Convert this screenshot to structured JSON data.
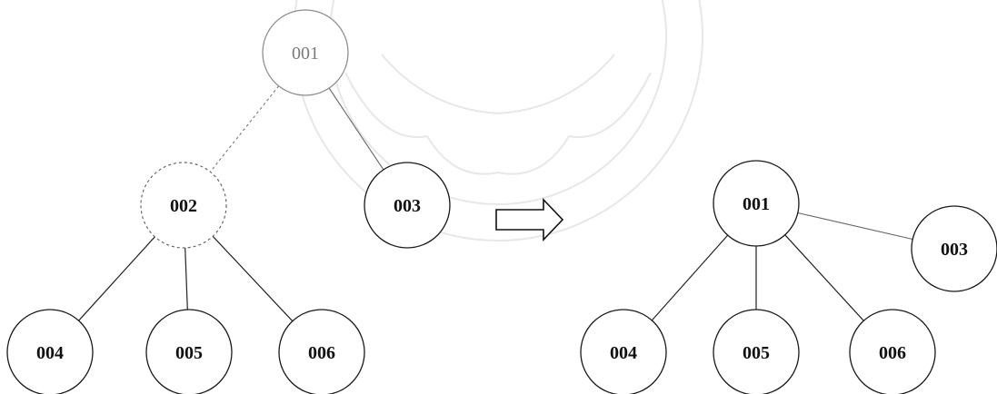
{
  "left_tree": {
    "nodes": [
      {
        "id": "001",
        "label": "001",
        "style": "faded"
      },
      {
        "id": "002",
        "label": "002",
        "style": "dashed"
      },
      {
        "id": "003",
        "label": "003",
        "style": "solid"
      },
      {
        "id": "004",
        "label": "004",
        "style": "solid"
      },
      {
        "id": "005",
        "label": "005",
        "style": "solid"
      },
      {
        "id": "006",
        "label": "006",
        "style": "solid"
      }
    ],
    "edges": [
      {
        "from": "001",
        "to": "002",
        "style": "dashed"
      },
      {
        "from": "001",
        "to": "003",
        "style": "faded"
      },
      {
        "from": "002",
        "to": "004",
        "style": "solid"
      },
      {
        "from": "002",
        "to": "005",
        "style": "solid"
      },
      {
        "from": "002",
        "to": "006",
        "style": "solid"
      }
    ]
  },
  "right_tree": {
    "nodes": [
      {
        "id": "001",
        "label": "001",
        "style": "solid"
      },
      {
        "id": "003",
        "label": "003",
        "style": "solid"
      },
      {
        "id": "004",
        "label": "004",
        "style": "solid"
      },
      {
        "id": "005",
        "label": "005",
        "style": "solid"
      },
      {
        "id": "006",
        "label": "006",
        "style": "solid"
      }
    ],
    "edges": [
      {
        "from": "001",
        "to": "003",
        "style": "faded"
      },
      {
        "from": "001",
        "to": "004",
        "style": "solid"
      },
      {
        "from": "001",
        "to": "005",
        "style": "solid"
      },
      {
        "from": "001",
        "to": "006",
        "style": "solid"
      }
    ]
  },
  "arrow": {
    "direction": "right",
    "icon": "hollow-right-arrow-icon"
  },
  "colors": {
    "stroke": "#1a1a1a",
    "faded": "#8a8a8a",
    "watermark": "#e7e7e7"
  }
}
